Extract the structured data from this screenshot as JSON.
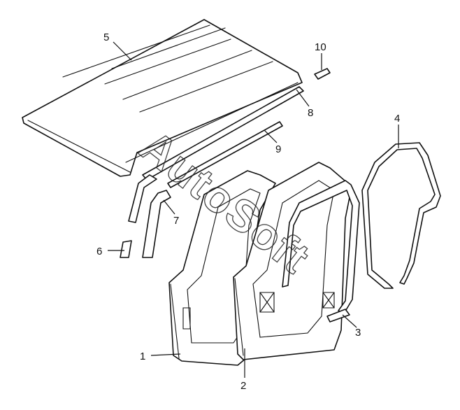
{
  "callouts": [
    {
      "id": "1",
      "label": "1"
    },
    {
      "id": "2",
      "label": "2"
    },
    {
      "id": "3",
      "label": "3"
    },
    {
      "id": "4",
      "label": "4"
    },
    {
      "id": "5",
      "label": "5"
    },
    {
      "id": "6",
      "label": "6"
    },
    {
      "id": "7",
      "label": "7"
    },
    {
      "id": "8",
      "label": "8"
    },
    {
      "id": "9",
      "label": "9"
    },
    {
      "id": "10",
      "label": "10"
    }
  ],
  "watermark": "AutoSoft",
  "colors": {
    "line": "#111111",
    "background": "#ffffff"
  }
}
